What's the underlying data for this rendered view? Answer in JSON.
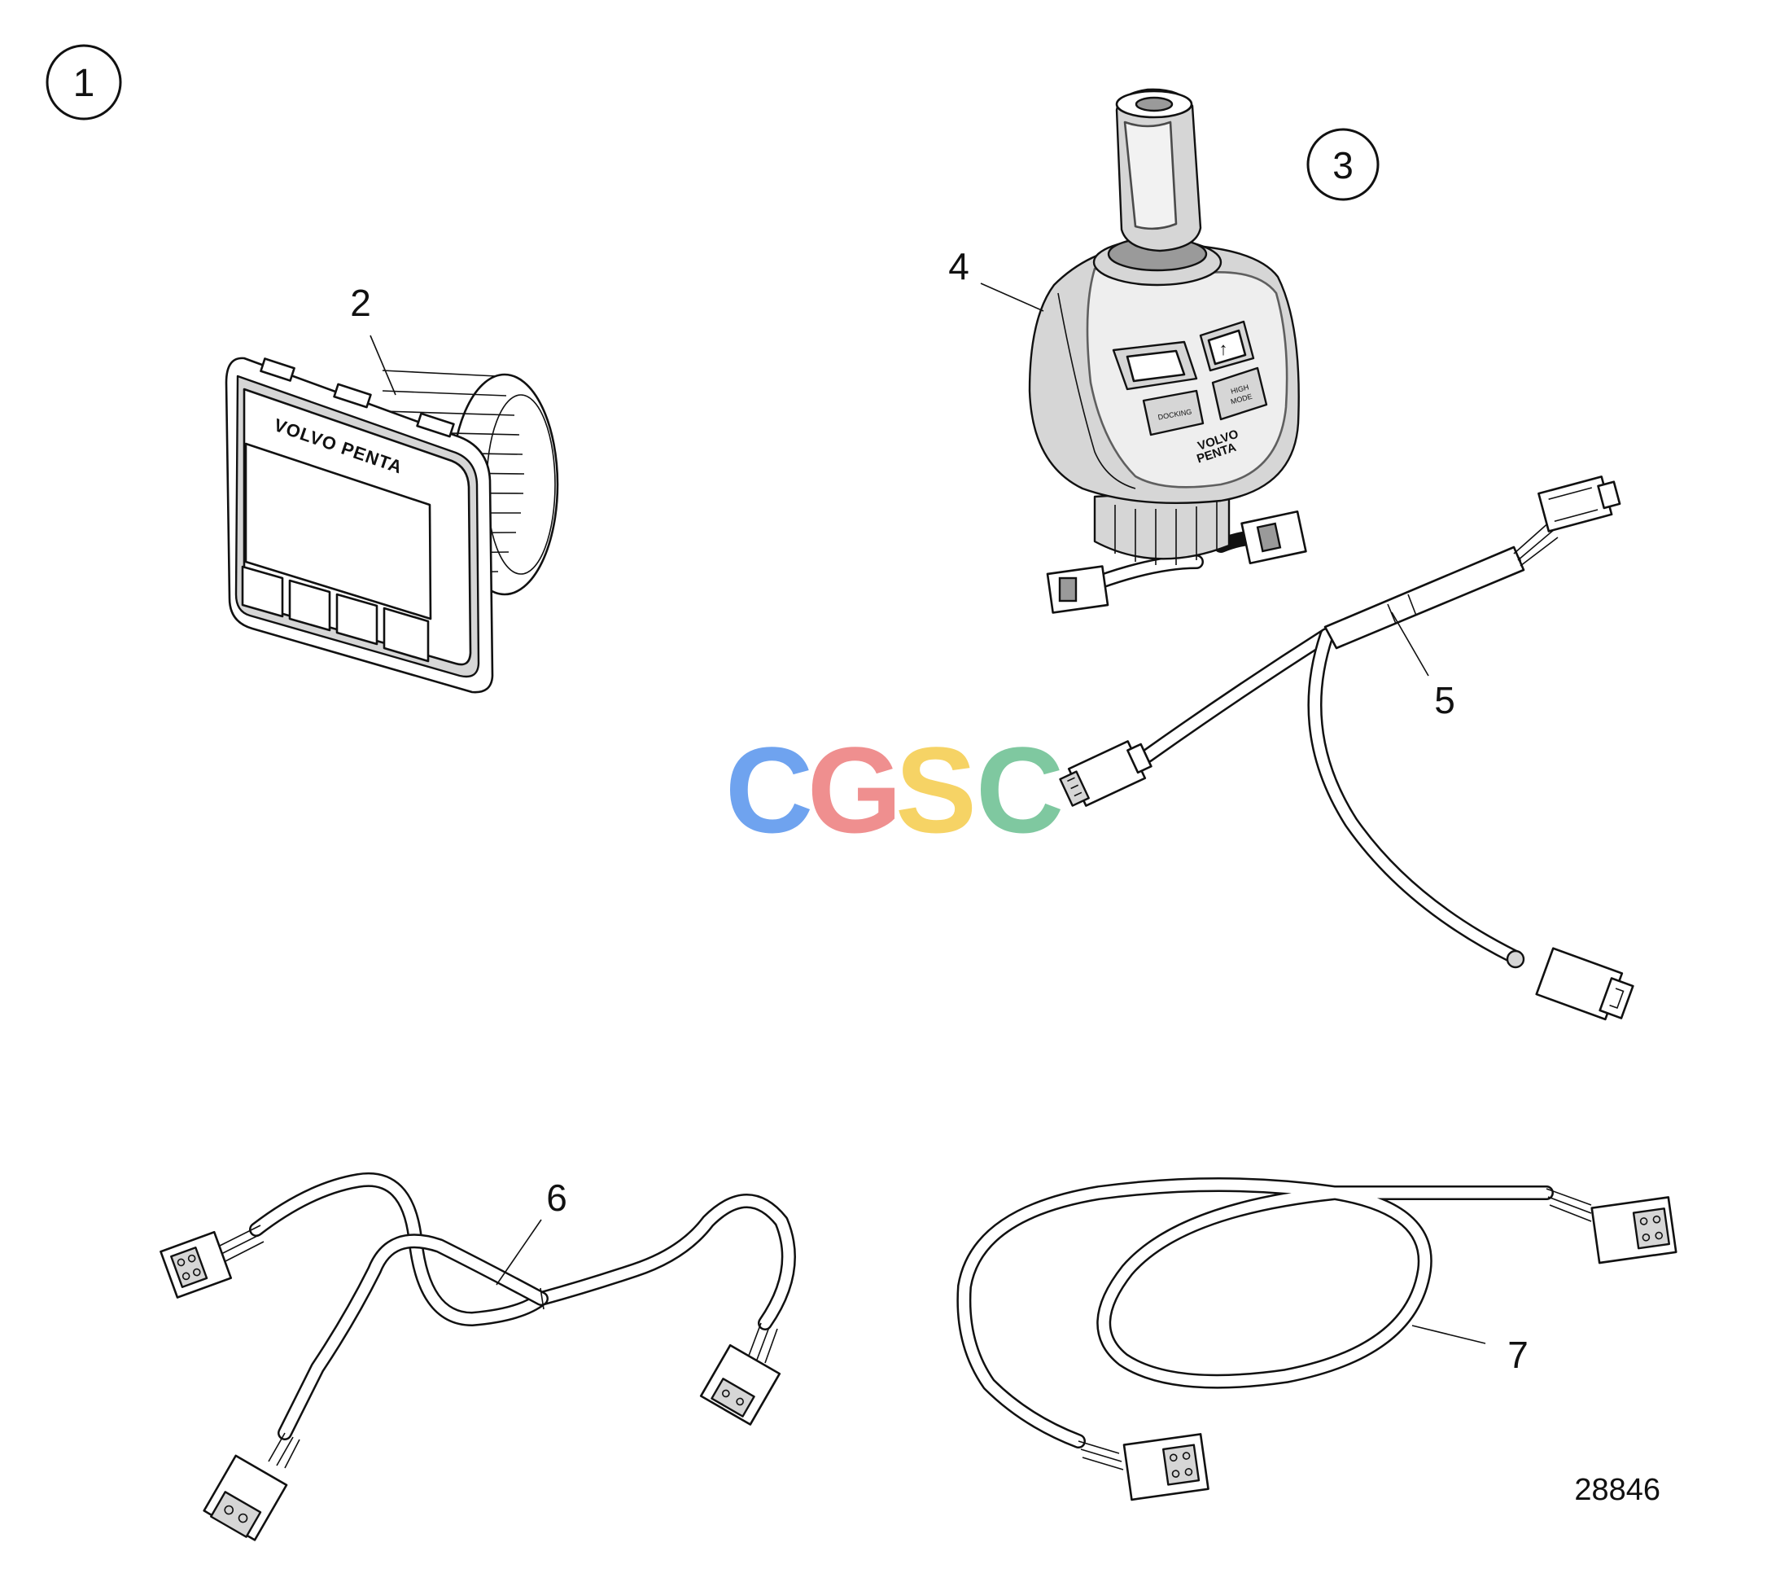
{
  "callouts": {
    "c1": "1",
    "c2": "2",
    "c3": "3",
    "c4": "4",
    "c5": "5",
    "c6": "6",
    "c7": "7"
  },
  "display": {
    "brand": "VOLVO PENTA"
  },
  "joystick": {
    "brand_line1": "VOLVO",
    "brand_line2": "PENTA",
    "docking_label": "DOCKING",
    "high_mode_line1": "HIGH",
    "high_mode_line2": "MODE"
  },
  "watermark": {
    "letters": [
      "C",
      "G",
      "S",
      "C"
    ],
    "colors": [
      "#6fa3ef",
      "#ef8f8f",
      "#f6d365",
      "#7fc8a0"
    ]
  },
  "figure_number": "28846"
}
